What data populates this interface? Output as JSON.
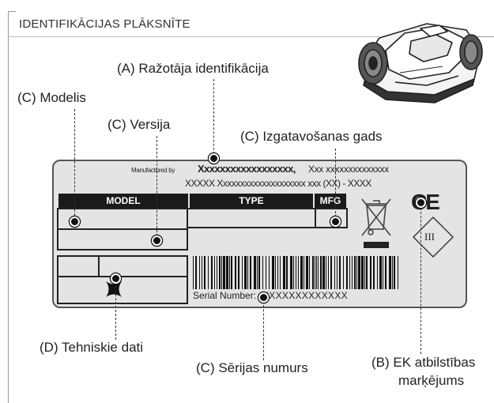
{
  "panel_title": "IDENTIFIKĀCIJAS PLĀKSNĪTE",
  "labels": {
    "manufacturer_id": "(A) Ražotāja identifikācija",
    "model": "(C) Modelis",
    "version": "(C) Versija",
    "manufacture_year": "(C) Izgatavošanas gads",
    "technical_data": "(D) Tehniskie dati",
    "serial_number": "(C) Sērijas numurs",
    "ce_marking_line1": "(B) EK atbilstības",
    "ce_marking_line2": "marķējums"
  },
  "plate": {
    "manufactured_by_prefix": "Manufactured by",
    "manufacturer_name": "Xxxxxxxxxxxxxxxxxx,",
    "manufacturer_line1_rest": "Xxx  xxxxxxxxxxxxxx",
    "manufacturer_line2": "XXXXX Xxxxxxxxxxxxxxxxxxxx xxx (XX) - XXXX",
    "col_model": "MODEL",
    "col_type": "TYPE",
    "col_mfg": "MFG",
    "serial_prefix": "Serial Number:",
    "serial_value": "XXXXXXXXXXXXX",
    "ce_mark": "CE",
    "class_mark": "III"
  },
  "icons": [
    "robot-mower-icon",
    "weee-bin-icon",
    "ce-mark-icon",
    "class-iii-icon",
    "star-logo-icon",
    "barcode-icon"
  ]
}
